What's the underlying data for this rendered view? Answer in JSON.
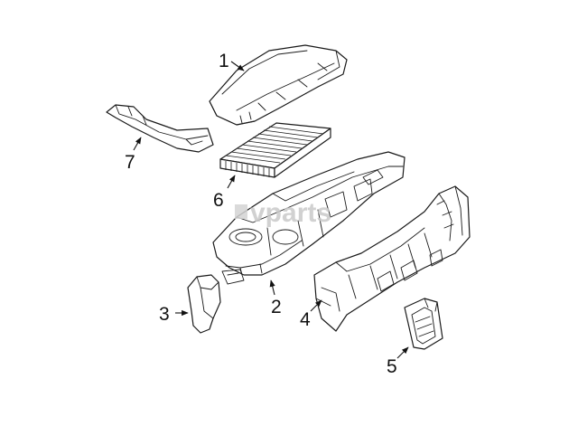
{
  "watermark": {
    "text": "vparts",
    "color": "#c9c9c9"
  },
  "callouts": [
    {
      "label": "1",
      "part": "air-filter-housing-cover"
    },
    {
      "label": "2",
      "part": "air-filter-housing-lower"
    },
    {
      "label": "3",
      "part": "intake-duct-elbow"
    },
    {
      "label": "4",
      "part": "intake-resonator-duct"
    },
    {
      "label": "5",
      "part": "intake-inlet-grille"
    },
    {
      "label": "6",
      "part": "air-filter-element"
    },
    {
      "label": "7",
      "part": "intake-air-guide"
    }
  ],
  "colors": {
    "line": "#1a1a1a",
    "background": "#ffffff"
  }
}
